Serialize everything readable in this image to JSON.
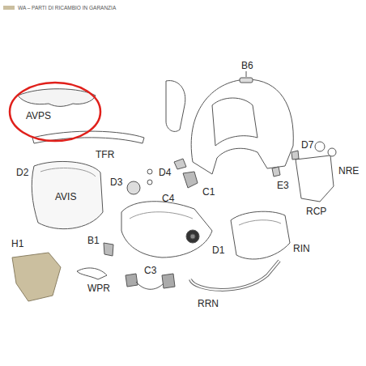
{
  "diagram": {
    "labels": [
      "AVPS",
      "TFR",
      "D2",
      "AVIS",
      "D3",
      "D4",
      "C4",
      "C1",
      "B6",
      "D7",
      "NRE",
      "E3",
      "RCP",
      "RIN",
      "D1",
      "H1",
      "B1",
      "WPR",
      "C3",
      "RRN"
    ],
    "legend": [
      {
        "text": "WA – PARTI DI RICAMBIO IN GARANZIA",
        "color": "#cbbf9f"
      }
    ]
  }
}
